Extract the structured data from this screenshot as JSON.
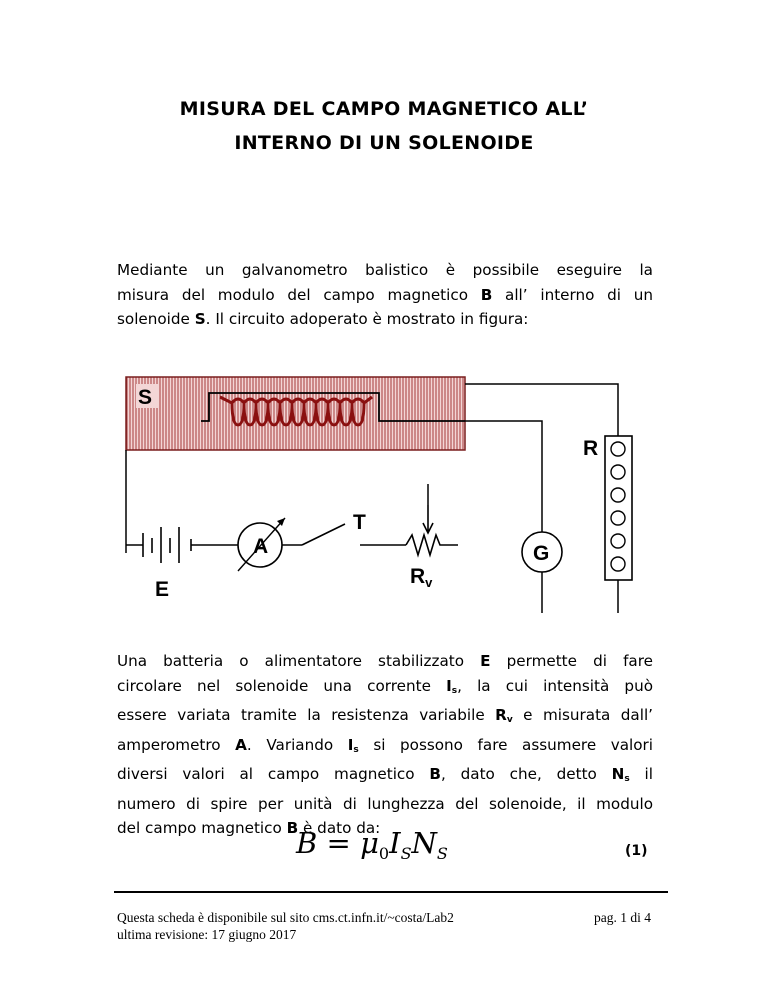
{
  "title": {
    "line1": "MISURA DEL CAMPO MAGNETICO ALL’",
    "line2": "INTERNO DI UN SOLENOIDE"
  },
  "intro": {
    "l1": "Mediante un galvanometro balistico è possibile eseguire la",
    "l2a": "misura del modulo del campo magnetico ",
    "l2b": "B",
    "l2c": " all’ interno di un",
    "l3a": "solenoide ",
    "l3b": "S",
    "l3c": ". Il circuito adoperato è mostrato in figura:"
  },
  "figure": {
    "labels": {
      "solenoid": "S",
      "resistor_bank": "R",
      "switch": "T",
      "ammeter": "A",
      "galvanometer": "G",
      "battery": "E",
      "variable_resistor_main": "R",
      "variable_resistor_sub": "v"
    }
  },
  "body": {
    "l1a": "Una batteria o alimentatore stabilizzato ",
    "l1b": "E",
    "l1c": " permette di fare",
    "l2a": "circolare nel solenoide una corrente ",
    "l2b": "I",
    "l2bs": "s",
    "l2c": ", la cui intensità può",
    "l3a": "essere variata tramite la resistenza variabile ",
    "l3b": "R",
    "l3bs": "v",
    "l3c": " e misurata dall’",
    "l4a": "amperometro ",
    "l4b": "A",
    "l4c": ". Variando ",
    "l4d": "I",
    "l4ds": "s",
    "l4e": " si possono fare assumere valori",
    "l5a": "diversi valori al campo magnetico ",
    "l5b": "B",
    "l5c": ", dato che, detto ",
    "l5d": "N",
    "l5ds": "s",
    "l5e": " il",
    "l6": "numero di spire per unità di lunghezza del solenoide, il modulo",
    "l7a": "del campo magnetico ",
    "l7b": "B",
    "l7c": " è dato da:"
  },
  "formula": {
    "lhs": "B",
    "eq": " = ",
    "mu": "μ",
    "mu_sub": "0",
    "i": "I",
    "i_sub": "S",
    "n": "N",
    "n_sub": "S",
    "number": "(1)"
  },
  "footer": {
    "line1": "Questa scheda è disponibile sul sito cms.ct.infn.it/~costa/Lab2",
    "line2": "ultima revisione: 17 giugno 2017",
    "page": "pag. 1 di 4"
  }
}
